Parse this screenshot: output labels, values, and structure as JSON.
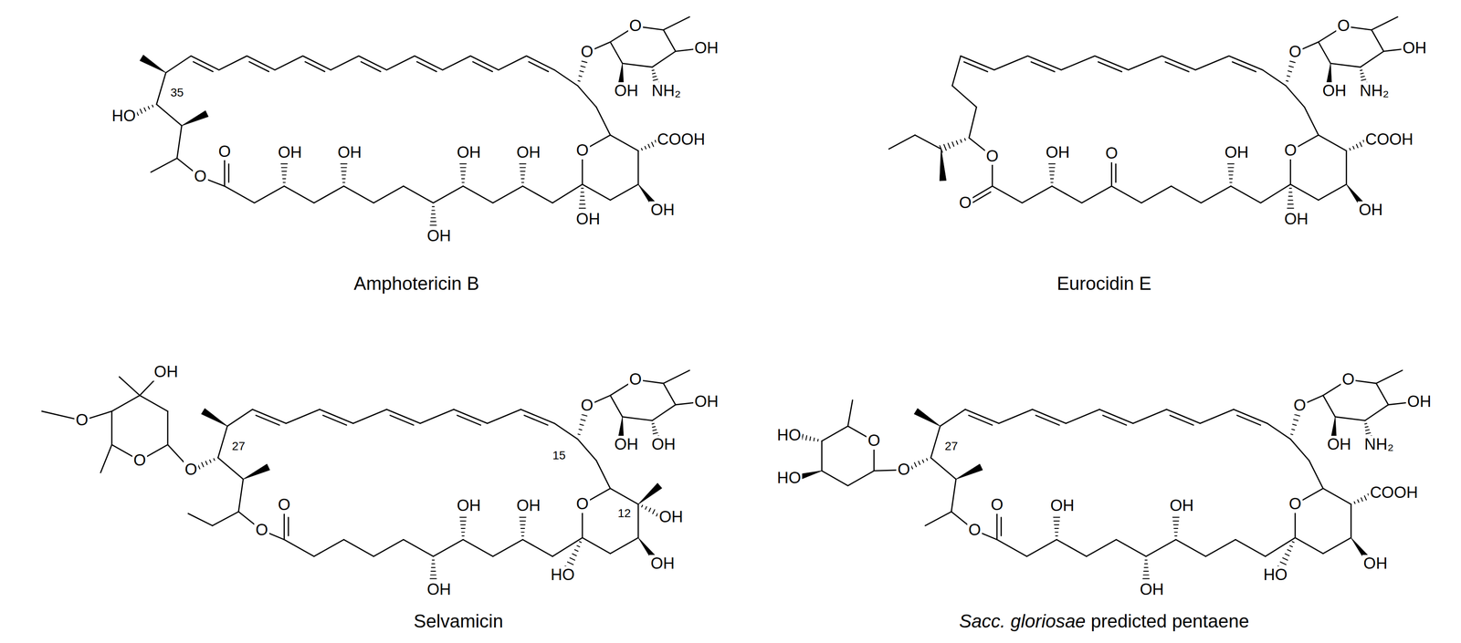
{
  "diagram": {
    "labels": [
      "O",
      "O",
      "OH",
      "NH₂",
      "OH",
      "HO",
      "35",
      "O",
      "O",
      "OH",
      "OH",
      "OH",
      "OH",
      "OH",
      "O",
      "COOH",
      "OH",
      "OH",
      "Amphotericin B",
      "O",
      "O",
      "OH",
      "NH₂",
      "OH",
      "O",
      "O",
      "OH",
      "O",
      "OH",
      "O",
      "COOH",
      "OH",
      "OH",
      "Eurocidin E",
      "O",
      "O",
      "OH",
      "OH",
      "OH",
      "OH",
      "O",
      "O",
      "O",
      "27",
      "O",
      "O",
      "OH",
      "OH",
      "OH",
      "O",
      "OH",
      "OH",
      "HO",
      "12",
      "15",
      "Selvamicin",
      "O",
      "O",
      "OH",
      "NH₂",
      "OH",
      "HO",
      "HO",
      "O",
      "O",
      "27",
      "O",
      "O",
      "OH",
      "OH",
      "OH",
      "O",
      "COOH",
      "OH",
      "HO",
      "Sacc. gloriosae",
      "predicted pentaene"
    ]
  }
}
